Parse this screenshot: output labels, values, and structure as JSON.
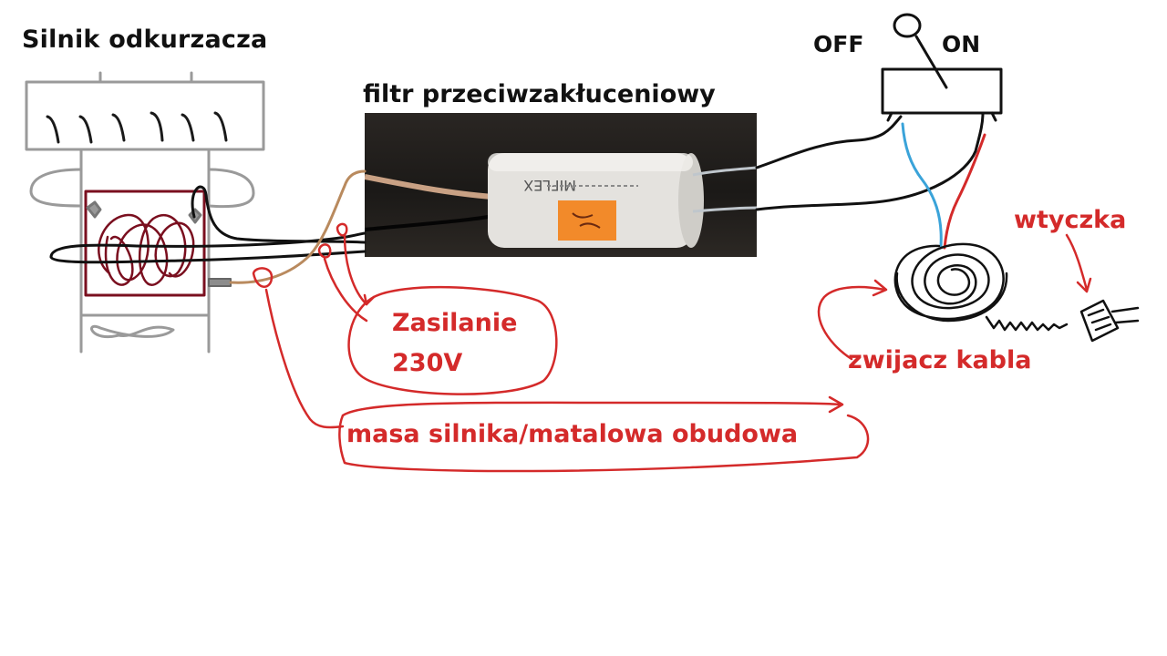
{
  "labels": {
    "motor_title": "Silnik  odkurzacza",
    "filter_title": "filtr przeciwzakłuceniowy",
    "switch_off": "OFF",
    "switch_on": "ON",
    "supply_line1": "Zasilanie",
    "supply_line2": "230V",
    "ground": "masa silnika/matalowa obudowa",
    "cable_reel": "zwijacz kabla",
    "plug": "wtyczka"
  },
  "capacitor_print": {
    "brand": "MIFLEX"
  },
  "colors": {
    "sketch_gray": "#9a9a9a",
    "coil_maroon": "#7a0f1f",
    "annotation_red": "#d42a2a",
    "wire_black": "#111111",
    "wire_blue": "#3aa3d9",
    "wire_red": "#d42a2a",
    "wire_tan": "#b98a5e"
  }
}
